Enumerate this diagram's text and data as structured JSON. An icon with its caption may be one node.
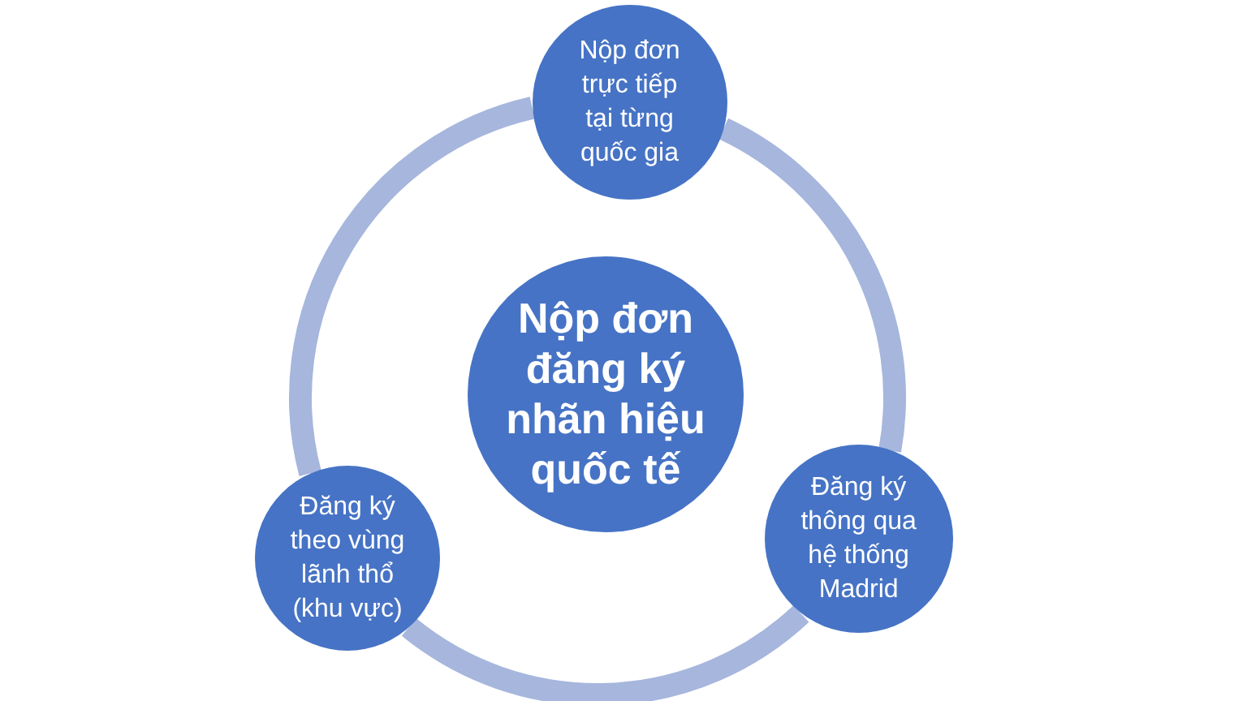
{
  "diagram": {
    "nodes": [
      {
        "text": [
          "Nộp đơn trực tiếp tại từng quốc gia"
        ]
      },
      {
        "text": [
          "Nộp đơn đăng ký nhãn hiệu quốc tế"
        ]
      },
      {
        "text": [
          "Đăng ký theo vùng lãnh thổ (khu vực)"
        ]
      },
      {
        "text": [
          "Đăng ký thông qua hệ thống Madrid"
        ]
      }
    ],
    "edges": [
      {
        "from": 0,
        "to": 3,
        "arrow": "none"
      },
      {
        "from": 3,
        "to": 2,
        "arrow": "none"
      },
      {
        "from": 2,
        "to": 0,
        "arrow": "none"
      }
    ]
  }
}
